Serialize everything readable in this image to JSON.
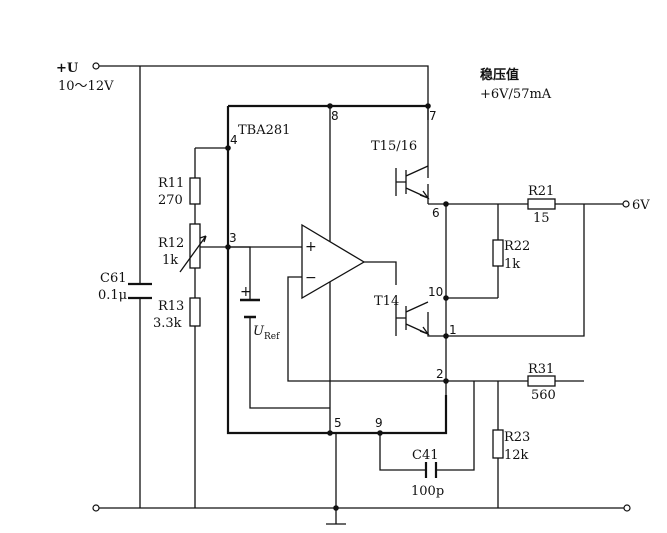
{
  "supply": {
    "label": "+U",
    "range": "10～12V"
  },
  "regulated": {
    "title": "稳压值",
    "value": "+6V/57mA"
  },
  "output": {
    "label": "6V"
  },
  "ic": {
    "name": "TBA281"
  },
  "components": {
    "R11": {
      "ref": "R11",
      "value": "270"
    },
    "R12": {
      "ref": "R12",
      "value": "1k"
    },
    "R13": {
      "ref": "R13",
      "value": "3.3k"
    },
    "C61": {
      "ref": "C61",
      "value": "0.1μ"
    },
    "R21": {
      "ref": "R21",
      "value": "15"
    },
    "R22": {
      "ref": "R22",
      "value": "1k"
    },
    "R23": {
      "ref": "R23",
      "value": "12k"
    },
    "R31": {
      "ref": "R31",
      "value": "560"
    },
    "C41": {
      "ref": "C41",
      "value": "100p"
    },
    "T15_16": {
      "ref": "T15/16"
    },
    "T14": {
      "ref": "T14"
    },
    "Uref": {
      "label": "U",
      "sub": "Ref"
    }
  },
  "pins": {
    "p1": "1",
    "p2": "2",
    "p3": "3",
    "p4": "4",
    "p5": "5",
    "p6": "6",
    "p7": "7",
    "p8": "8",
    "p9": "9",
    "p10": "10"
  },
  "opamp": {
    "plus": "+",
    "minus": "−"
  },
  "battery": {
    "plus": "+"
  }
}
